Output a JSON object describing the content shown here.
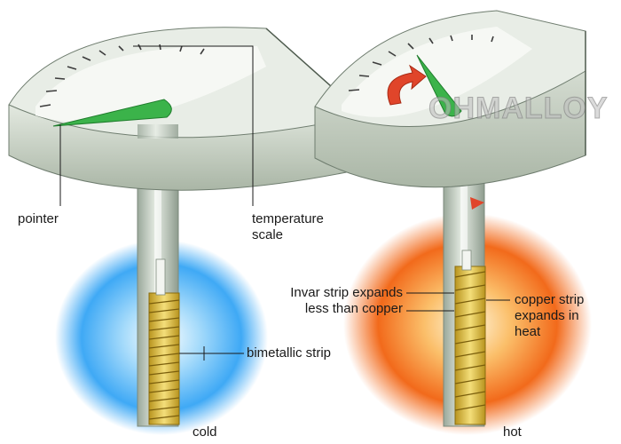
{
  "labels": {
    "pointer": "pointer",
    "temperature_scale_line1": "temperature",
    "temperature_scale_line2": "scale",
    "bimetallic_strip": "bimetallic strip",
    "cold": "cold",
    "invar_line1": "Invar strip expands",
    "invar_line2": "less than copper",
    "copper_line1": "copper strip",
    "copper_line2": "expands in",
    "copper_line3": "heat",
    "hot": "hot"
  },
  "watermark": "OHMALLOY",
  "colors": {
    "pointer": "#3bb34a",
    "arrow": "#e0452a",
    "cold_glow": "#3fa9f5",
    "hot_glow": "#f26a1b",
    "coil": "#e6c84a",
    "casing": "#c9d3c7"
  }
}
